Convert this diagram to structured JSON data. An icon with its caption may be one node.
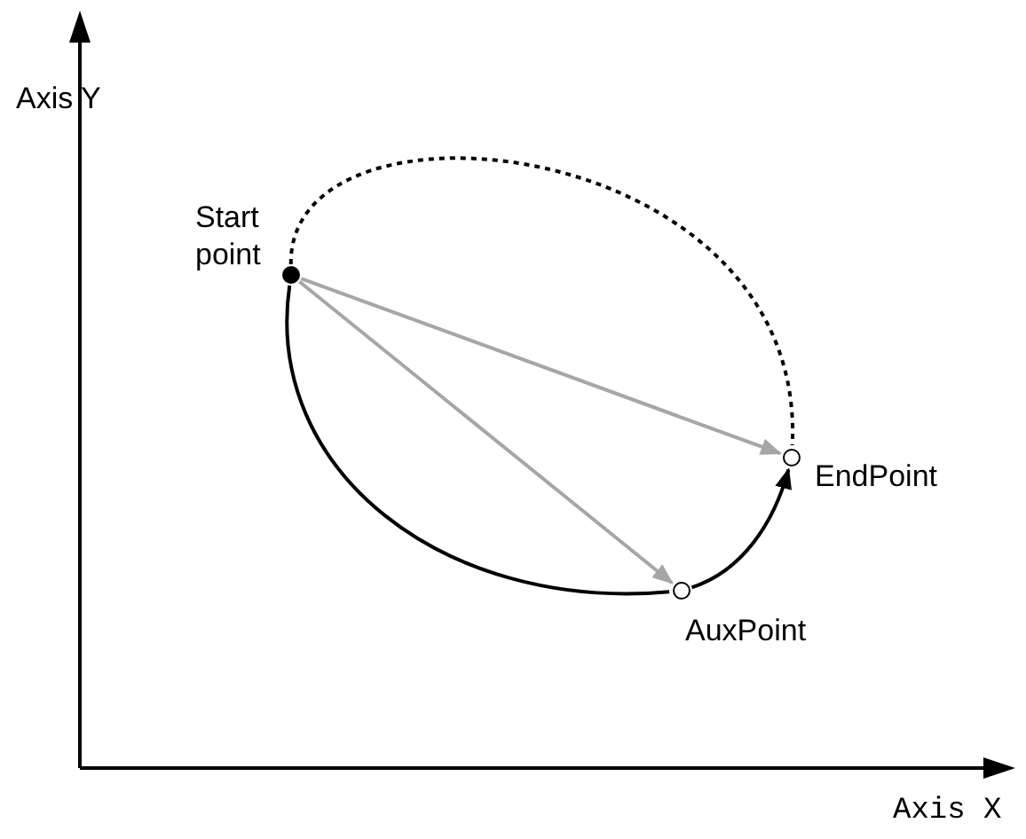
{
  "diagram": {
    "nodes": [
      {
        "text": [],
        "shape": "circle",
        "beside": [
          "Start point"
        ]
      },
      {
        "text": [],
        "shape": "circle",
        "beside": [
          "EndPoint"
        ]
      },
      {
        "text": [],
        "shape": "circle",
        "beside": [
          "AuxPoint"
        ]
      }
    ],
    "edges": [
      {
        "from": 0,
        "to": 1,
        "arrow": "to",
        "color": "#a6a6a6"
      },
      {
        "from": 0,
        "to": 2,
        "arrow": "to",
        "color": "#a6a6a6"
      },
      {
        "from": 0,
        "to": 2,
        "arrow": "none"
      },
      {
        "from": 2,
        "to": 1,
        "arrow": "to"
      },
      {
        "from": 0,
        "to": 1,
        "arrow": "none",
        "style": "dashed"
      }
    ],
    "labels": [
      "Axis Y",
      "Axis X"
    ]
  }
}
